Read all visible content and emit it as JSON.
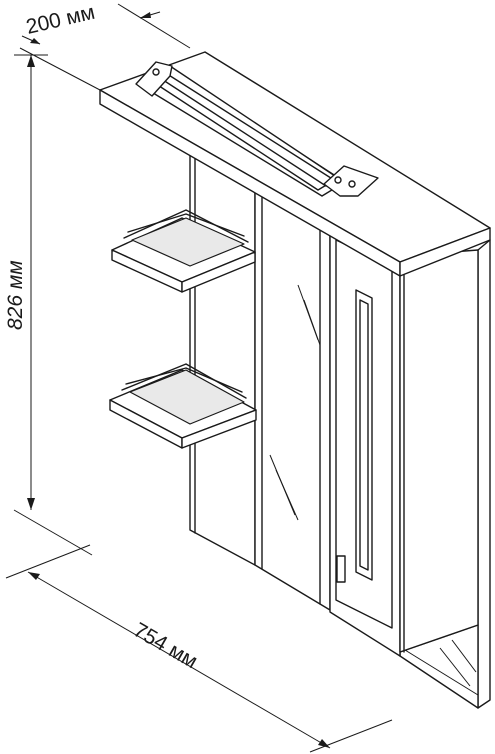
{
  "dimensions": {
    "depth": "200 мм",
    "height": "826 мм",
    "width": "754 мм"
  }
}
